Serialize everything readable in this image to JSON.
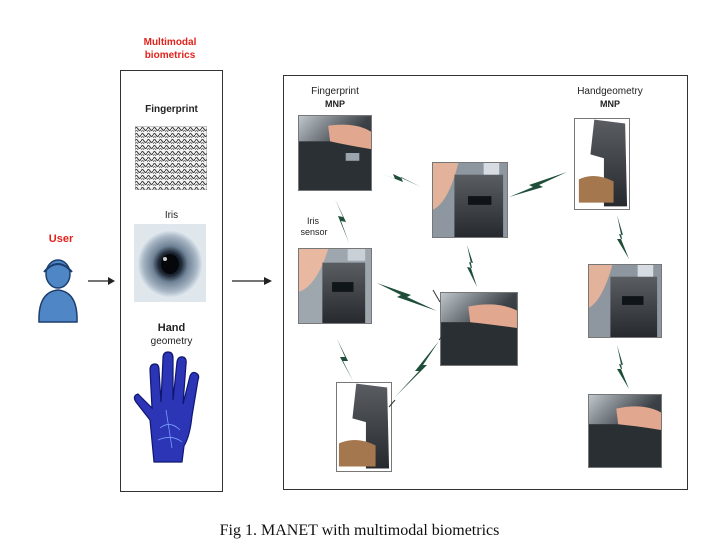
{
  "biometrics_panel": {
    "title_line1": "Multimodal",
    "title_line2": "biometrics",
    "fingerprint_label": "Fingerprint",
    "iris_label": "Iris",
    "hand_label_line1": "Hand",
    "hand_label_line2": "geometry"
  },
  "user": {
    "label": "User"
  },
  "network_panel": {
    "fingerprint_node_label_line1": "Fingerprint",
    "fingerprint_node_label_line2": "MNP",
    "handgeometry_node_label_line1": "Handgeometry",
    "handgeometry_node_label_line2": "MNP",
    "iris_sensor_label_line1": "Iris",
    "iris_sensor_label_line2": "sensor"
  },
  "caption": "Fig 1.  MANET with multimodal biometrics",
  "colors": {
    "accent_red": "#e3221b",
    "user_blue": "#4f86c6",
    "hand_blue": "#2b35b5",
    "bolt": "#1f4f3a"
  }
}
